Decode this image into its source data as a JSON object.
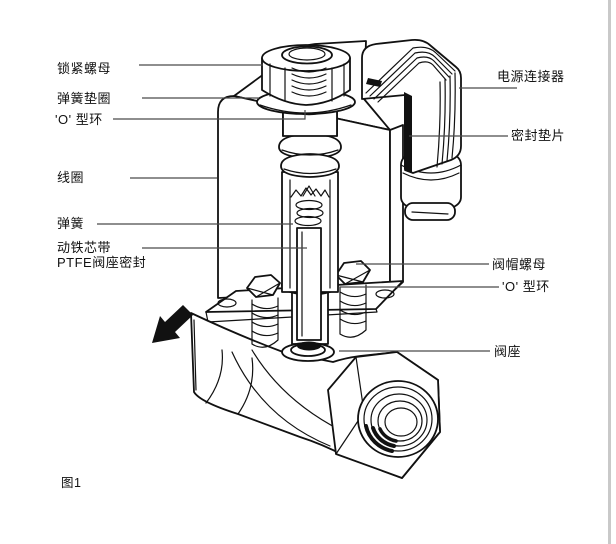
{
  "figure_caption": "图1",
  "labels": {
    "lock_nut": "锁紧螺母",
    "spring_washer": "弹簧垫圈",
    "o_ring_top": "'O' 型环",
    "coil": "线圈",
    "spring": "弹簧",
    "armature": "动铁芯带\nPTFE阀座密封",
    "power_connector": "电源连接器",
    "seal_gasket": "密封垫片",
    "bonnet_nut": "阀帽螺母",
    "o_ring_bottom": "'O' 型环",
    "valve_seat": "阀座"
  },
  "colors": {
    "ink": "#111111",
    "leader": "#4a4a4a",
    "page_edge": "#c9c9c9"
  }
}
